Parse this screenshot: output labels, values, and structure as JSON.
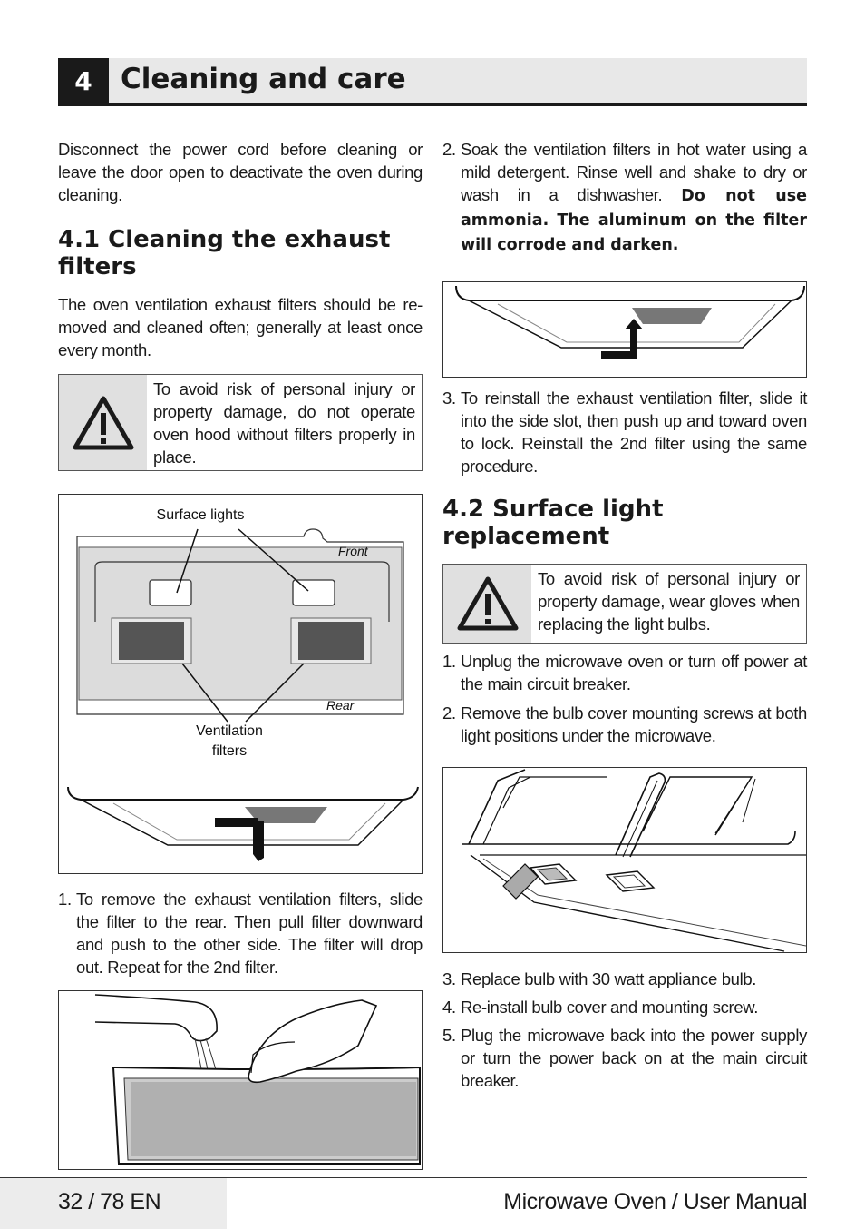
{
  "header": {
    "chapter_number": "4",
    "chapter_title": "Cleaning and care"
  },
  "left": {
    "intro": "Disconnect the power cord before cleaning or leave the door open to deactivate the oven during cleaning.",
    "section_4_1_title": "4.1 Cleaning the exhaust filters",
    "section_4_1_text": "The oven ventilation exhaust filters should be re-moved and cleaned often; generally at least once every month.",
    "warning_1": "To avoid risk of personal injury or property damage, do not operate oven hood without filters properly in place.",
    "figure_labels": {
      "surface_lights": "Surface lights",
      "front": "Front",
      "rear": "Rear",
      "ventilation_filters_line1": "Ventilation",
      "ventilation_filters_line2": "filters"
    },
    "step_1_num": "1.",
    "step_1": "To remove the exhaust ventilation filters, slide the filter to the rear. Then pull filter downward and push to the other side. The filter will drop out. Repeat for the 2nd filter."
  },
  "right": {
    "step_2_num": "2.",
    "step_2_normal": "Soak the ventilation filters in hot water using a mild detergent. Rinse well and shake to dry or wash in a dishwasher.",
    "step_2_bold": "Do not use ammonia. The aluminum on the filter will corrode and darken.",
    "step_3_num": "3.",
    "step_3": "To reinstall the exhaust ventilation filter, slide it into the side slot, then push up and toward oven to lock. Reinstall the 2nd filter using the same procedure.",
    "section_4_2_title": "4.2 Surface light replacement",
    "warning_2": "To avoid risk of personal injury or property damage, wear gloves when replacing the light bulbs.",
    "steps_a": [
      {
        "num": "1.",
        "text": "Unplug the microwave oven or turn off power at the main circuit breaker."
      },
      {
        "num": "2.",
        "text": "Remove the bulb cover mounting screws at both light positions under the microwave."
      }
    ],
    "steps_b": [
      {
        "num": "3.",
        "text": "Replace bulb with 30 watt appliance bulb."
      },
      {
        "num": "4.",
        "text": "Re-install bulb cover and mounting screw."
      },
      {
        "num": "5.",
        "text": "Plug the microwave back into the power supply or turn the power back on at the main circuit breaker."
      }
    ]
  },
  "footer": {
    "page": "32 / 78 EN",
    "title": "Microwave Oven / User Manual"
  }
}
